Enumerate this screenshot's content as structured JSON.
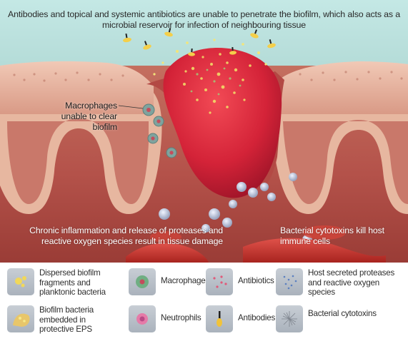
{
  "annotations": {
    "top": "Antibodies and topical and systemic antibiotics are unable to penetrate the biofilm, which also acts as a microbial reservoir for infection of neighbouring tissue",
    "macrophages": "Macrophages unable to clear biofilm",
    "inflammation": "Chronic inflammation and release of proteases and reactive oxygen species result in tissue damage",
    "cytotoxins": "Bacterial cytotoxins kill host immune cells"
  },
  "legend": [
    {
      "label": "Dispersed biofilm fragments and planktonic bacteria",
      "icon": "dispersed-biofilm-icon"
    },
    {
      "label": "Macrophages",
      "icon": "macrophage-icon"
    },
    {
      "label": "Antibiotics",
      "icon": "antibiotics-icon"
    },
    {
      "label": "Host secreted proteases and reactive oxygen species",
      "icon": "proteases-icon"
    },
    {
      "label": "Biofilm bacteria embedded in protective EPS",
      "icon": "biofilm-bacteria-icon"
    },
    {
      "label": "Neutrophils",
      "icon": "neutrophil-icon"
    },
    {
      "label": "Antibodies",
      "icon": "antibody-icon"
    },
    {
      "label": "Bacterial cytotoxins",
      "icon": "cytotoxins-icon"
    }
  ],
  "colors": {
    "sky_top": "#b9e2e0",
    "sky_bottom": "#7fb3ad",
    "epidermis": "#e3b4a3",
    "tissue": "#c26a5b",
    "deep_tissue": "#a1403a",
    "biofilm": "#cc2233",
    "vessel": "#c9372f",
    "legend_tile": "#b5bcc5"
  }
}
